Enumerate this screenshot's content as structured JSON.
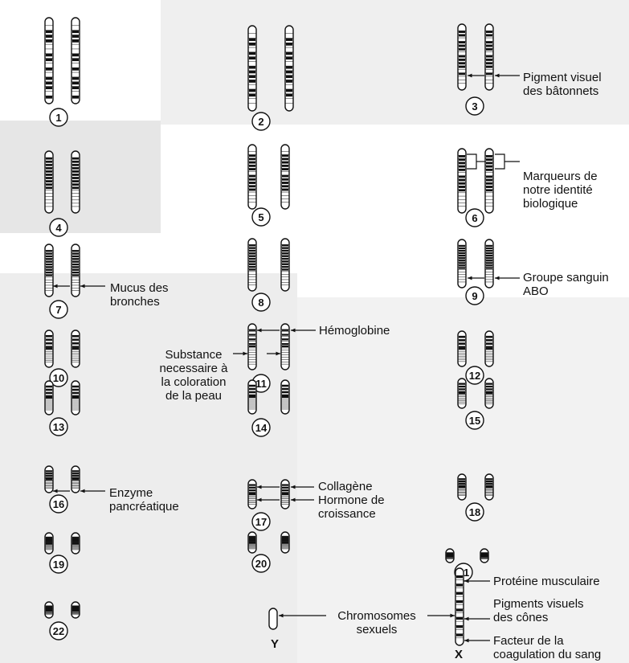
{
  "chromosomes": [
    {
      "num": "1",
      "bands": [
        2,
        3,
        4,
        7,
        8,
        10,
        12,
        13,
        14,
        16
      ]
    },
    {
      "num": "2",
      "bands": [
        2,
        3,
        5,
        6,
        8,
        9,
        10,
        11,
        13,
        14
      ]
    },
    {
      "num": "3",
      "bands": [
        1,
        2,
        4,
        5,
        6,
        8,
        9,
        10,
        11,
        13
      ]
    },
    {
      "num": "4",
      "bands": [
        1,
        2,
        3,
        4,
        5,
        6,
        7,
        8,
        9,
        10
      ]
    },
    {
      "num": "5",
      "bands": [
        2,
        3,
        4,
        5,
        6,
        8,
        9,
        10,
        11,
        12
      ]
    },
    {
      "num": "6",
      "bands": [
        1,
        2,
        3,
        4,
        5,
        7,
        8,
        9,
        10,
        11
      ]
    },
    {
      "num": "7",
      "bands": [
        1,
        2,
        3,
        4,
        5,
        6,
        7,
        8,
        9,
        10
      ]
    },
    {
      "num": "8",
      "bands": [
        1,
        2,
        3,
        4,
        5,
        6,
        7,
        8,
        9,
        10
      ]
    },
    {
      "num": "9",
      "bands": [
        1,
        2,
        3,
        4,
        5,
        6,
        7,
        8,
        9,
        10
      ]
    },
    {
      "num": "10",
      "bands": [
        1,
        3,
        5,
        7,
        8
      ]
    },
    {
      "num": "11",
      "bands": [
        1,
        3,
        5,
        7,
        8
      ]
    },
    {
      "num": "12",
      "bands": [
        1,
        3,
        5,
        7,
        8
      ]
    },
    {
      "num": "13",
      "bands": [
        1,
        3,
        5,
        7,
        8
      ]
    },
    {
      "num": "14",
      "bands": [
        1,
        3,
        5,
        7,
        8
      ]
    },
    {
      "num": "15",
      "bands": [
        1,
        3,
        5,
        7,
        8
      ]
    },
    {
      "num": "16",
      "bands": [
        1,
        3,
        5,
        7,
        8
      ]
    },
    {
      "num": "17",
      "bands": [
        1,
        3,
        5,
        7,
        8
      ]
    },
    {
      "num": "18",
      "bands": [
        1,
        3,
        5,
        7,
        8
      ]
    },
    {
      "num": "19",
      "bands": [
        1,
        3,
        5,
        7,
        8
      ]
    },
    {
      "num": "20",
      "bands": [
        1,
        3,
        5,
        7,
        8
      ]
    },
    {
      "num": "21",
      "bands": [
        1,
        3,
        5,
        7,
        8
      ]
    },
    {
      "num": "22",
      "bands": [
        1,
        3,
        5,
        7,
        8
      ]
    }
  ],
  "sex_chromosomes": {
    "y_label": "Y",
    "x_label": "X"
  },
  "annotations": {
    "chr3_pigment": "Pigment visuel\ndes bâtonnets",
    "chr6_markers": "Marqueurs de\nnotre identité\nbiologique",
    "chr7_mucus": "Mucus des\nbronches",
    "chr9_abo": "Groupe sanguin\nABO",
    "chr11_hemoglobin": "Hémoglobine",
    "chr11_skin": "Substance\nnecessaire à\nla coloration\nde la peau",
    "chr16_enzyme": "Enzyme\npancréatique",
    "chr17_collagen": "Collagène",
    "chr17_growth": "Hormone de\ncroissance",
    "sex_chromosomes": "Chromosomes\nsexuels",
    "x_muscle": "Protéine musculaire",
    "x_cones": "Pigments visuels\ndes cônes",
    "x_coag": "Facteur de la\ncoagulation du sang"
  },
  "colors": {
    "ink": "#111111",
    "background": "#ffffff",
    "shade": "#e4e4e4"
  }
}
